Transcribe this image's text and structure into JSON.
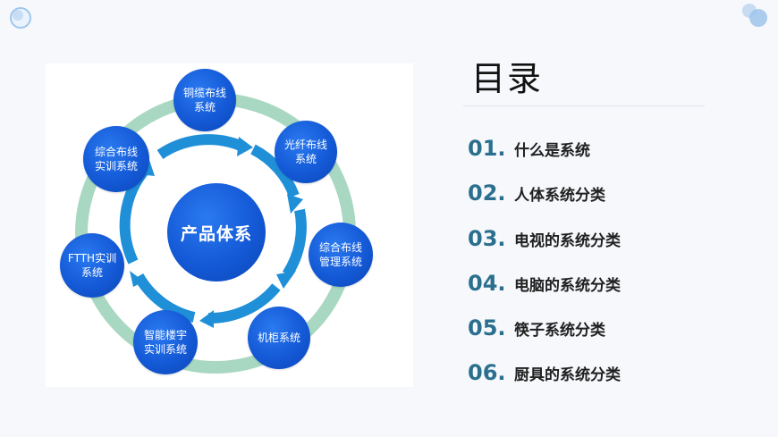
{
  "diagram": {
    "center_label": "产品体系",
    "nodes": [
      {
        "label": "铜缆布线\n系统"
      },
      {
        "label": "光纤布线\n系统"
      },
      {
        "label": "综合布线\n管理系统"
      },
      {
        "label": "机柜系统"
      },
      {
        "label": "智能楼宇\n实训系统"
      },
      {
        "label": "FTTH实训\n系统"
      },
      {
        "label": "综合布线\n实训系统"
      }
    ],
    "colors": {
      "node": "#1459d6",
      "ring": "#a8d8c2",
      "arrow": "#1f8fd8"
    }
  },
  "toc": {
    "title": "目录",
    "items": [
      {
        "num": "01.",
        "text": "什么是系统"
      },
      {
        "num": "02.",
        "text": "人体系统分类"
      },
      {
        "num": "03.",
        "text": "电视的系统分类"
      },
      {
        "num": "04.",
        "text": "电脑的系统分类"
      },
      {
        "num": "05.",
        "text": "筷子系统分类"
      },
      {
        "num": "06.",
        "text": "厨具的系统分类"
      }
    ],
    "num_color": "#2b6f8f"
  }
}
